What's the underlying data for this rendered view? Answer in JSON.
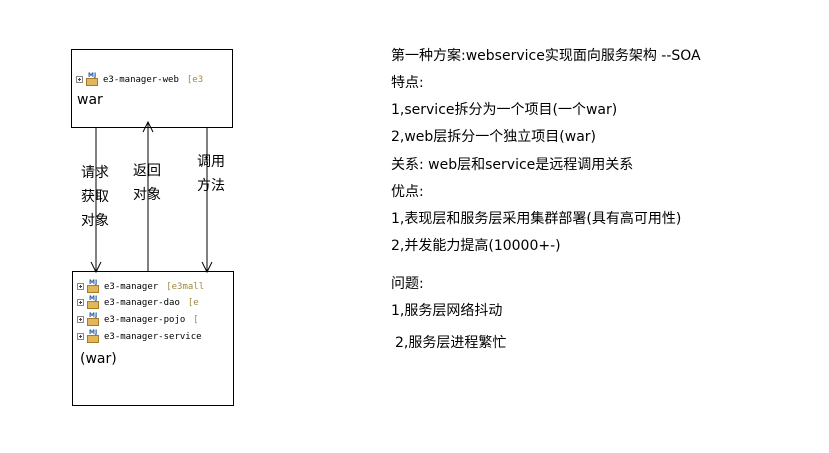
{
  "top_box": {
    "project": {
      "name": "e3-manager-web",
      "tag": "[e3"
    },
    "label": "war"
  },
  "bottom_box": {
    "projects": [
      {
        "name": "e3-manager",
        "tag": "[e3mall"
      },
      {
        "name": "e3-manager-dao",
        "tag": "[e"
      },
      {
        "name": "e3-manager-pojo",
        "tag": "["
      },
      {
        "name": "e3-manager-service",
        "tag": ""
      }
    ],
    "label": "(war)"
  },
  "arrows": {
    "left": "请求获取对象",
    "middle": "返回对象",
    "right": "调用方法"
  },
  "notes": [
    "第一种方案:webservice实现面向服务架构 --SOA",
    "特点:",
    "1,service拆分为一个项目(一个war)",
    "2,web层拆分一个独立项目(war)",
    "关系: web层和service是远程调用关系",
    "优点:",
    "1,表现层和服务层采用集群部署(具有高可用性)",
    "2,并发能力提高(10000+-)",
    "问题:",
    "1,服务层网络抖动",
    "2,服务层进程繁忙"
  ]
}
